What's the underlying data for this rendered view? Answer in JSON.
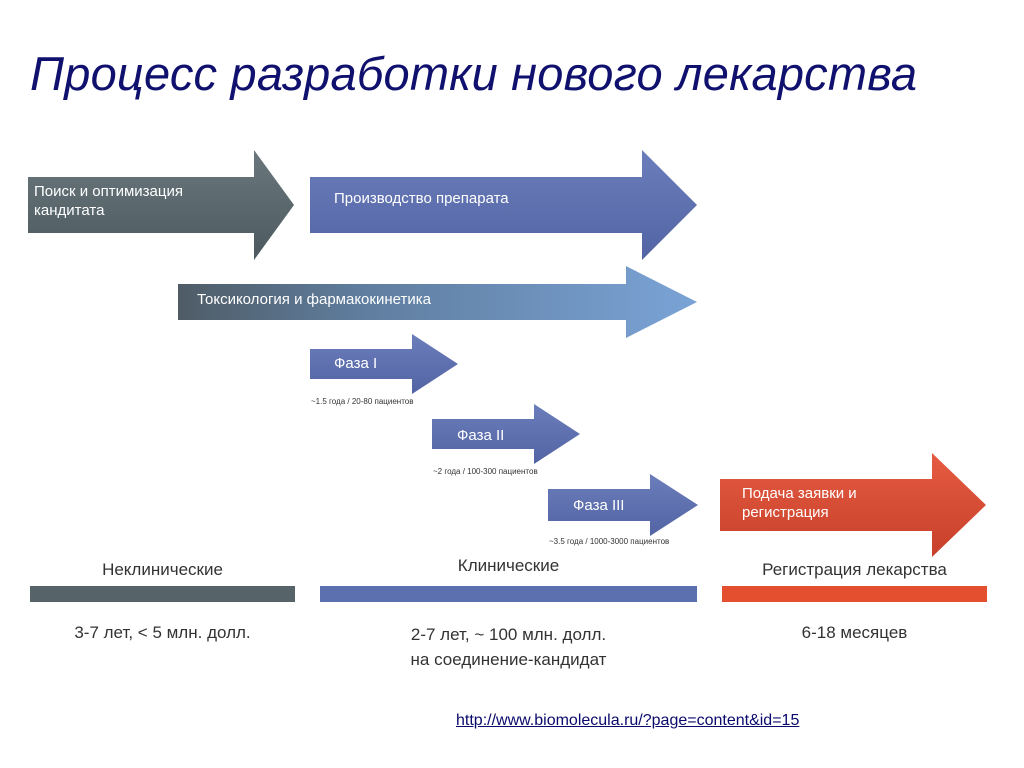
{
  "title": "Процесс разработки нового лекарства",
  "colors": {
    "dark_gray": "#56646a",
    "blue": "#5c6fae",
    "light_blue": "#6f93c9",
    "red": "#d84a33"
  },
  "arrows": {
    "search": "Поиск и оптимизация\nкандитата",
    "production": "Производство препарата",
    "toxicology": "Токсикология и фармакокинетика",
    "phase1": "Фаза I",
    "phase2": "Фаза II",
    "phase3": "Фаза III",
    "submission": "Подача заявки и\nрегистрация"
  },
  "phase_notes": {
    "phase1": "~1.5 года / 20-80 пациентов",
    "phase2": "~2 года / 100-300 пациентов",
    "phase3": "~3.5 года / 1000-3000 пациентов"
  },
  "stages": [
    {
      "label": "Неклинические",
      "description": "3-7 лет, < 5 млн. долл.",
      "color": "#56646a"
    },
    {
      "label": "Клинические",
      "description": "2-7 лет, ~ 100 млн. долл.\nна соединение-кандидат",
      "color": "#5c6fae"
    },
    {
      "label": "Регистрация лекарства",
      "description": "6-18 месяцев",
      "color": "#e4502f"
    }
  ],
  "source_link": "http://www.biomolecula.ru/?page=content&id=15"
}
